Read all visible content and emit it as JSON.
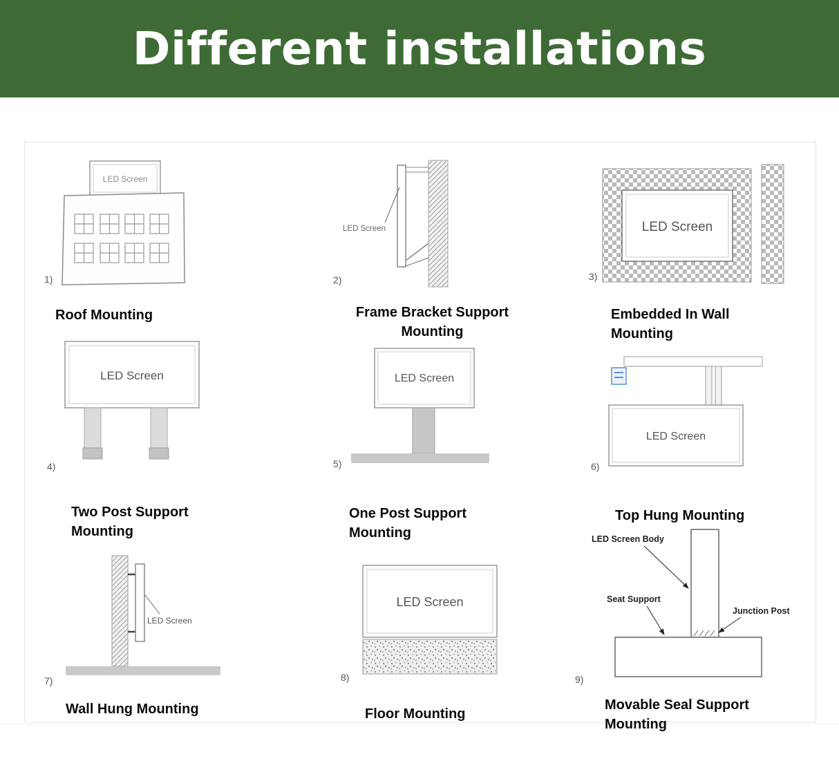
{
  "header": {
    "title": "Different installations"
  },
  "colors": {
    "banner_green": "#3e6b35",
    "title_text": "#ffffff"
  },
  "items": [
    {
      "num": "1)",
      "caption": "Roof Mounting",
      "screen_label": "LED Screen"
    },
    {
      "num": "2)",
      "caption": "Frame Bracket Support Mounting",
      "screen_label": "LED Screen"
    },
    {
      "num": "3)",
      "caption": "Embedded In Wall Mounting",
      "screen_label": "LED Screen"
    },
    {
      "num": "4)",
      "caption": "Two Post Support Mounting",
      "screen_label": "LED Screen"
    },
    {
      "num": "5)",
      "caption": "One Post Support Mounting",
      "screen_label": "LED Screen"
    },
    {
      "num": "6)",
      "caption": "Top Hung Mounting",
      "screen_label": "LED Screen"
    },
    {
      "num": "7)",
      "caption": "Wall Hung Mounting",
      "screen_label": "LED Screen"
    },
    {
      "num": "8)",
      "caption": "Floor Mounting",
      "screen_label": "LED Screen"
    },
    {
      "num": "9)",
      "caption": "Movable Seal Support Mounting",
      "labels": {
        "body": "LED Screen Body",
        "seat": "Seat Support",
        "junction": "Junction Post"
      }
    }
  ]
}
